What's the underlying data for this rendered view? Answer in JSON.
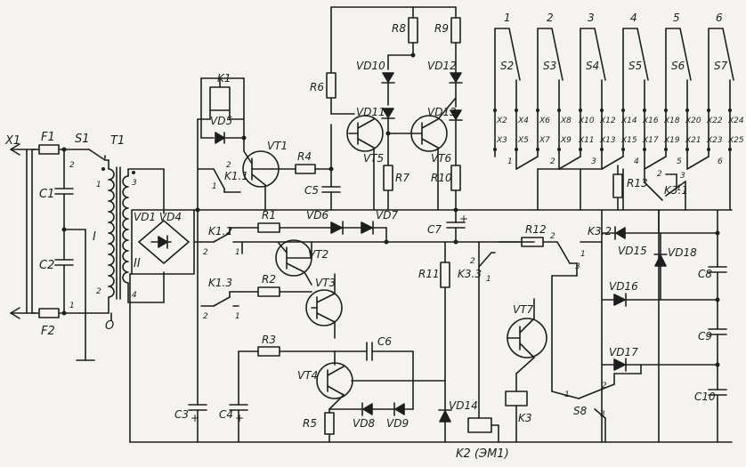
{
  "labels": {
    "X1": "X1",
    "F1": "F1",
    "F2": "F2",
    "S1": "S1",
    "T1": "T1",
    "C1": "C1",
    "C2": "C2",
    "I": "I",
    "II": "II",
    "O": "O",
    "VD1_VD4": "VD1 VD4",
    "K1": "K1",
    "VD5": "VD5",
    "VT1": "VT1",
    "K1_1": "K1.1",
    "R4": "R4",
    "C5": "C5",
    "R6": "R6",
    "R8": "R8",
    "R9": "R9",
    "VD10": "VD10",
    "VD11": "VD11",
    "VD12": "VD12",
    "VD13": "VD13",
    "VT5": "VT5",
    "VT6": "VT6",
    "R7": "R7",
    "R10": "R10",
    "C7": "C7",
    "K1_2": "K1.2",
    "K1_3": "K1.3",
    "R1": "R1",
    "R2": "R2",
    "R3": "R3",
    "VD6": "VD6",
    "VD7": "VD7",
    "VT2": "VT2",
    "VT3": "VT3",
    "VT4": "VT4",
    "C6": "C6",
    "R5": "R5",
    "VD8": "VD8",
    "VD9": "VD9",
    "C3": "C3",
    "C4": "C4",
    "R11": "R11",
    "K3_3": "K3.3",
    "VD14": "VD14",
    "K2": "K2 (ЭМ1)",
    "R12": "R12",
    "K3_2": "K3.2",
    "VT7": "VT7",
    "K3": "K3",
    "S8": "S8",
    "R13": "R13",
    "K3_1": "K3.1",
    "VD15": "VD15",
    "VD16": "VD16",
    "VD17": "VD17",
    "VD18": "VD18",
    "C8": "C8",
    "C9": "C9",
    "C10": "C10"
  },
  "switches": [
    "S2",
    "S3",
    "S4",
    "S5",
    "S6",
    "S7"
  ],
  "columns": [
    "1",
    "2",
    "3",
    "4",
    "5",
    "6"
  ],
  "connectors_upper": [
    "X2",
    "X4",
    "X6",
    "X8",
    "X10",
    "X12",
    "X14",
    "X16",
    "X18",
    "X20",
    "X22",
    "X24"
  ],
  "connectors_lower": [
    "X3",
    "X5",
    "X7",
    "X9",
    "X11",
    "X13",
    "X15",
    "X17",
    "X19",
    "X21",
    "X23",
    "X25"
  ],
  "pins": {
    "one": "1",
    "two": "2",
    "three": "3",
    "four": "4",
    "plus": "+"
  }
}
